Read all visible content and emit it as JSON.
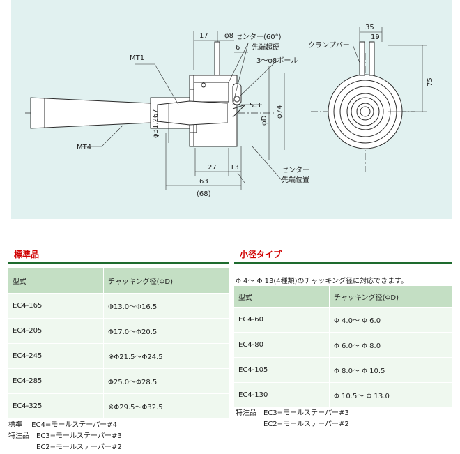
{
  "drawing": {
    "labels": {
      "mt1": "MT1",
      "mt4": "MT4",
      "d17": "17",
      "phi8": "φ8",
      "center60": "センター(60°)",
      "d6": "6",
      "tip_hard": "先端超硬",
      "balls": "3～φ8ボール",
      "d5_3": "5.3",
      "phiD": "φD",
      "phi74": "φ74",
      "phi31": "φ31.267",
      "d27": "27",
      "d13": "13",
      "d63": "63",
      "d68": "(68)",
      "center_pos1": "センター",
      "center_pos2": "先端位置",
      "clamp_bar": "クランプバー",
      "d35": "35",
      "d19": "19",
      "d75": "75"
    }
  },
  "standard": {
    "title": "標準品",
    "headers": [
      "型式",
      "チャッキング径(ΦD)"
    ],
    "rows": [
      [
        "EC4-165",
        "Φ13.0～Φ16.5"
      ],
      [
        "EC4-205",
        "Φ17.0～Φ20.5"
      ],
      [
        "EC4-245",
        "※Φ21.5～Φ24.5"
      ],
      [
        "EC4-285",
        "Φ25.0～Φ28.5"
      ],
      [
        "EC4-325",
        "※Φ29.5～Φ32.5"
      ]
    ],
    "notes": [
      "標準　 EC4=モールステーパー#4",
      "特注品　EC3=モールステーパー#3",
      "　　　　EC2=モールステーパー#2"
    ]
  },
  "small": {
    "title": "小径タイプ",
    "lead": "Φ 4～ Φ 13(4種類)のチャッキング径に対応できます。",
    "headers": [
      "型式",
      "チャッキング径(ΦD)"
    ],
    "rows": [
      [
        "EC4-60",
        "Φ  4.0～ Φ  6.0"
      ],
      [
        "EC4-80",
        "Φ  6.0～ Φ  8.0"
      ],
      [
        "EC4-105",
        "Φ  8.0～ Φ 10.5"
      ],
      [
        "EC4-130",
        "Φ 10.5～ Φ 13.0"
      ]
    ],
    "notes": [
      "特注品　EC3=モールステーパー#3",
      "　　　　EC2=モールステーパー#2"
    ]
  }
}
